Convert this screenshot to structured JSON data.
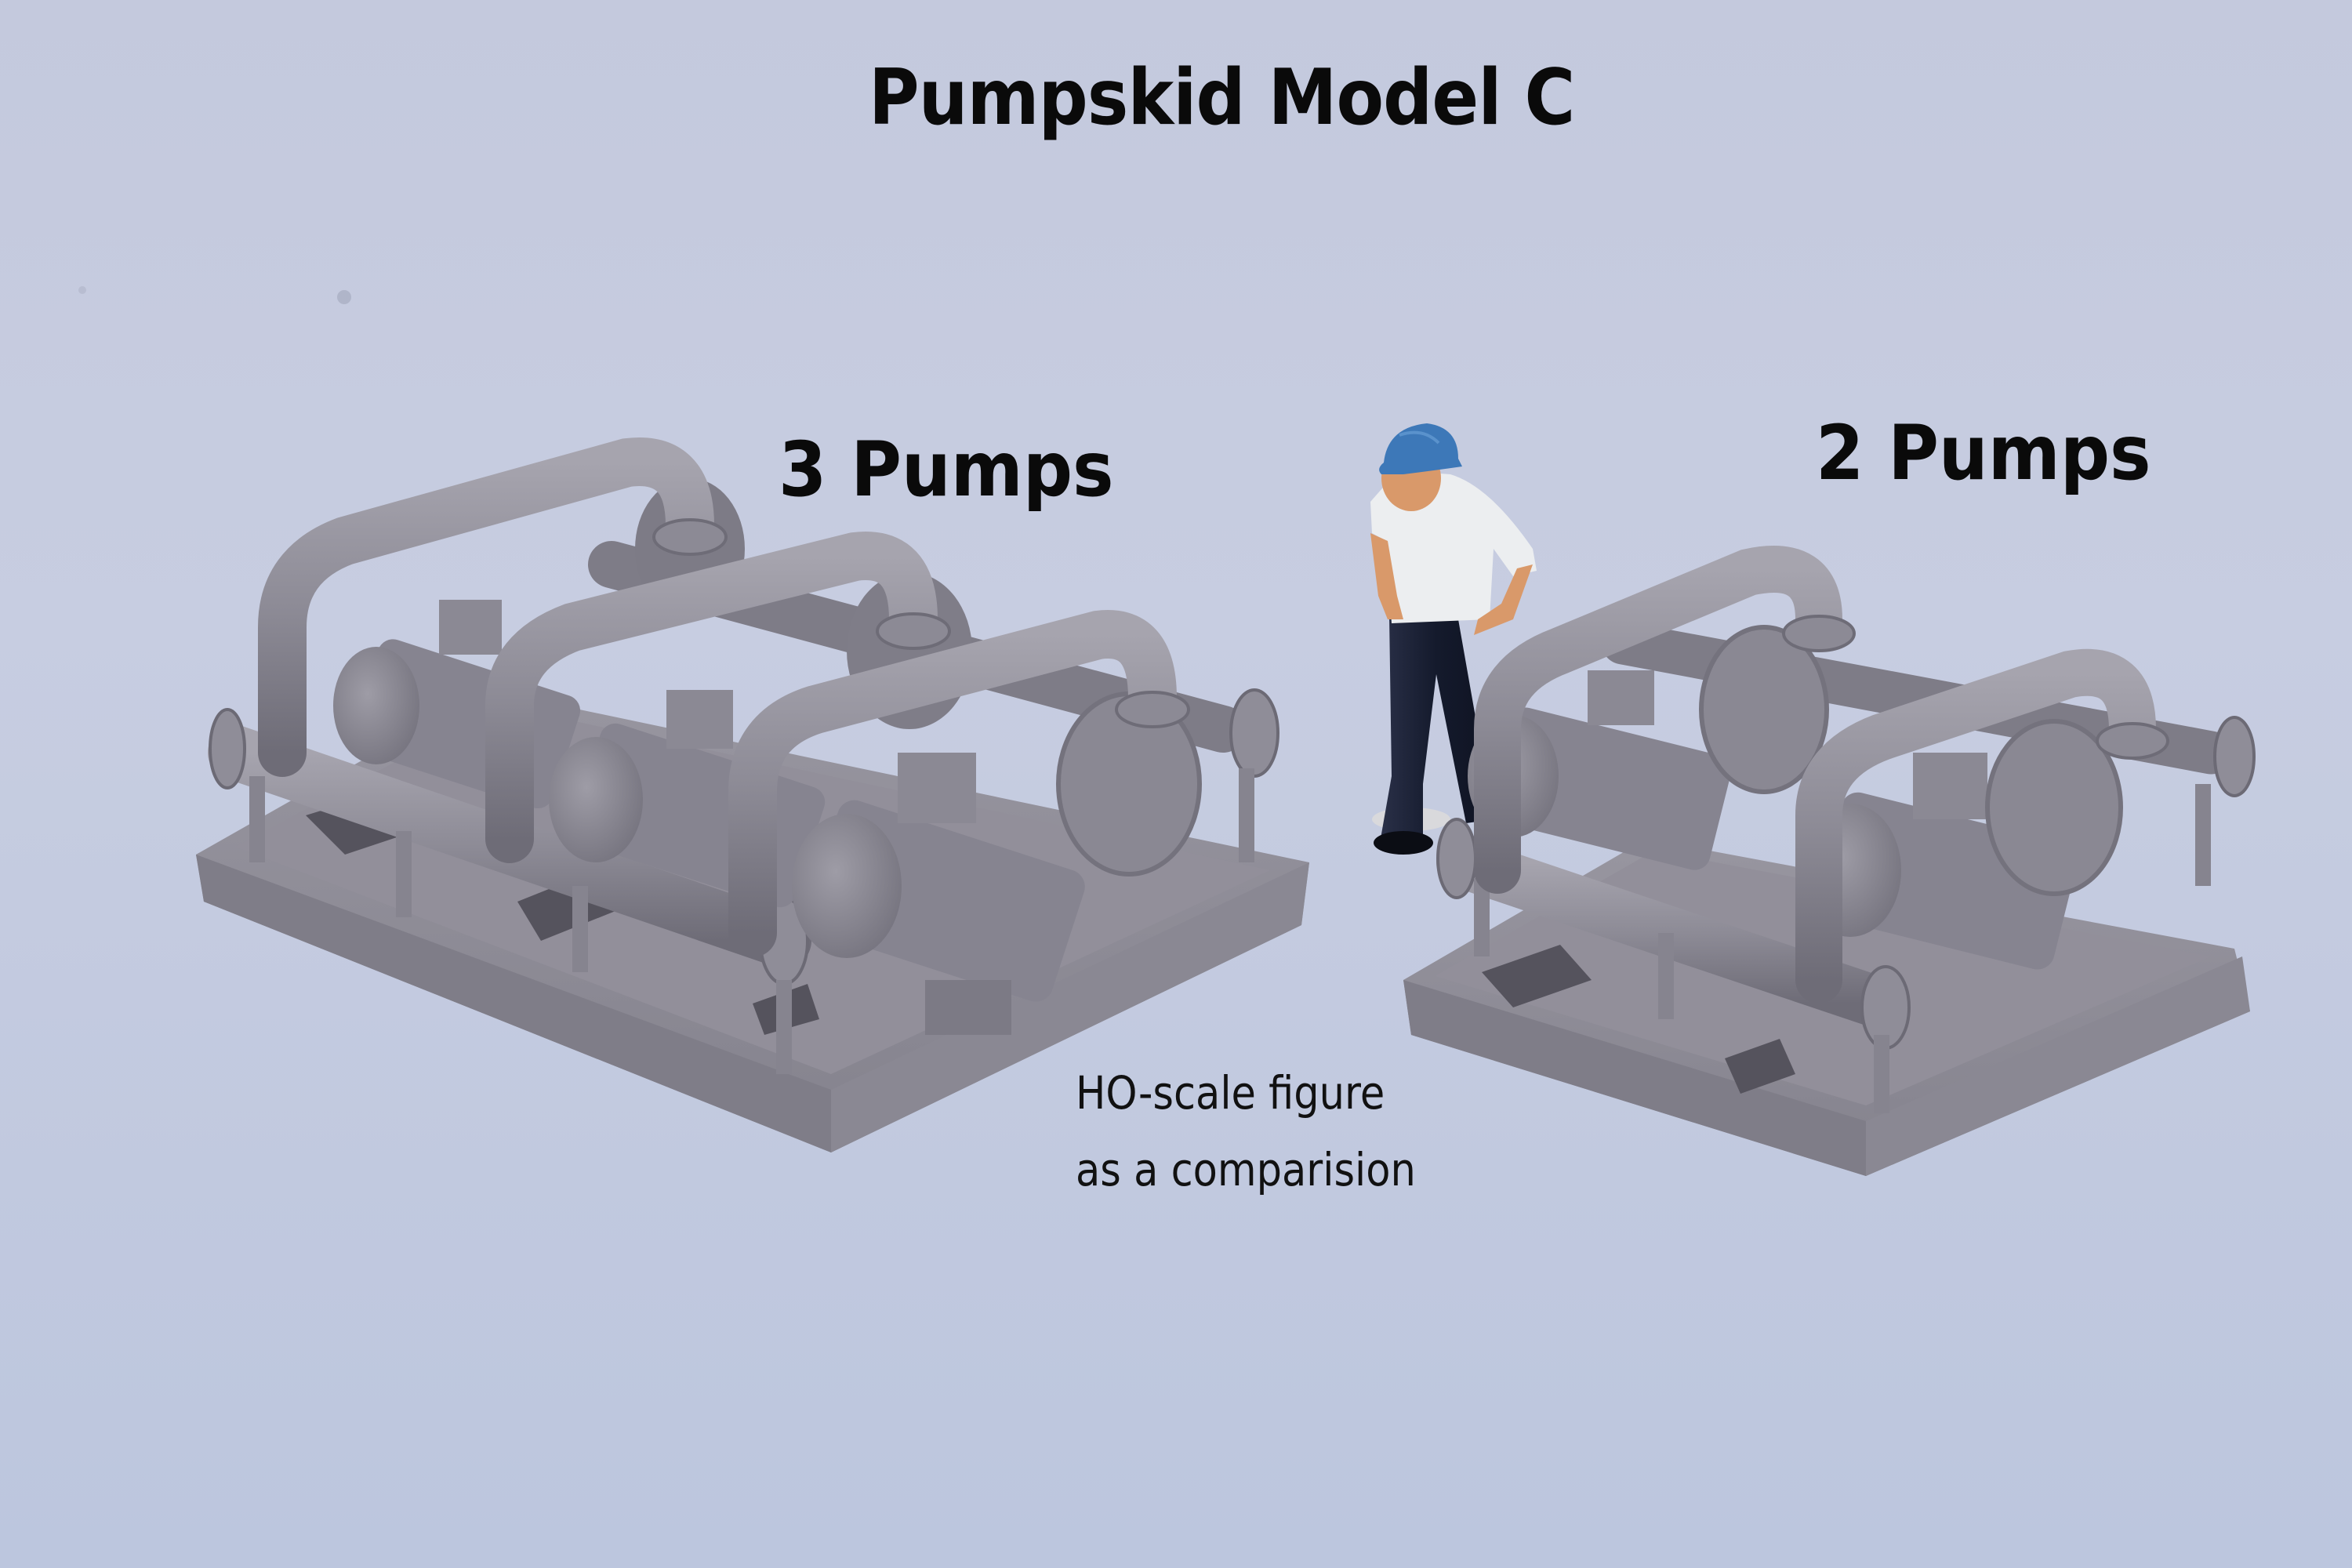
{
  "image": {
    "title": "Pumpskid Model C",
    "labels": {
      "three_pumps": "3 Pumps",
      "two_pumps": "2 Pumps"
    },
    "caption": {
      "line1": "HO-scale figure",
      "line2": "as a comparision"
    },
    "objects": [
      {
        "name": "pumpskid-3-pumps",
        "pumps": 3
      },
      {
        "name": "ho-scale-figure",
        "description": "worker with blue hard hat, white shirt, dark trousers"
      },
      {
        "name": "pumpskid-2-pumps",
        "pumps": 2
      }
    ],
    "colors": {
      "background": "#c4cadf",
      "model_gray": "#8e8c97",
      "model_shadow": "#6f6d78",
      "model_highlight": "#a9a7b1",
      "hat_blue": "#3d78b8",
      "shirt_white": "#eceef0",
      "pants_navy": "#151b2e",
      "skin": "#d9996a",
      "text": "#0a0a0a"
    }
  }
}
